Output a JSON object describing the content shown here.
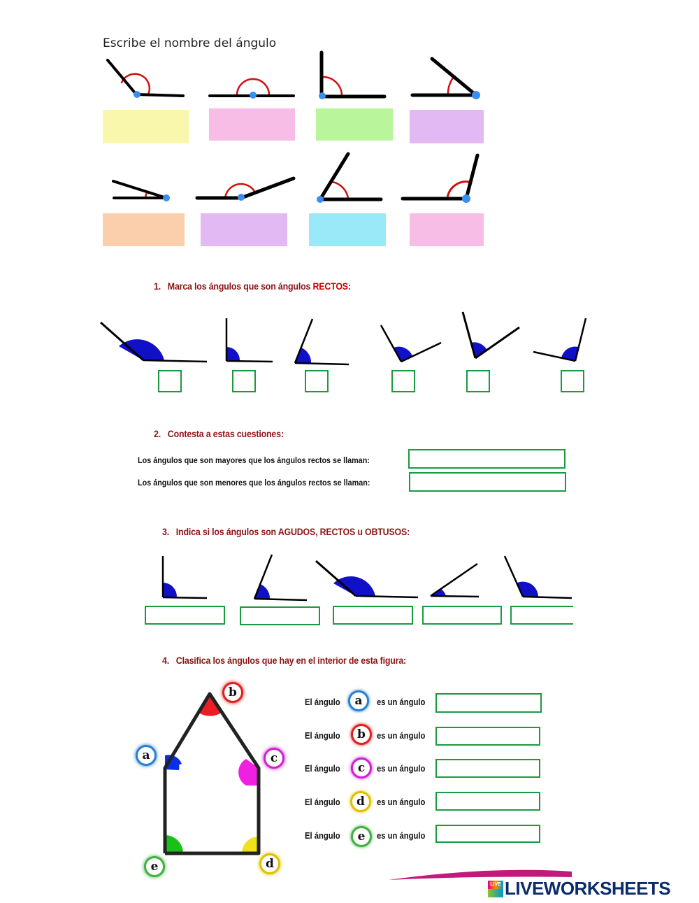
{
  "top_section": {
    "title": "Escribe el nombre del ángulo"
  },
  "section1": {
    "number": "1.",
    "text": "Marca los ángulos que son ángulos ",
    "highlight": "RECTOS",
    "after": ":"
  },
  "section2": {
    "number": "2.",
    "text": "Contesta a estas cuestiones:",
    "questions": [
      "Los ángulos que son mayores que los ángulos rectos se llaman:",
      "Los ángulos que son menores que los ángulos rectos se llaman:"
    ]
  },
  "section3": {
    "number": "3.",
    "text": "Indica si los ángulos son AGUDOS, RECTOS u OBTUSOS:"
  },
  "section4": {
    "number": "4.",
    "text": "Clasifica los ángulos que hay en el interior de esta figura:",
    "rows": [
      {
        "prefix": "El ángulo",
        "letter": "a",
        "suffix": "es un ángulo",
        "color": "#2b7fd0"
      },
      {
        "prefix": "El ángulo",
        "letter": "b",
        "suffix": "es un ángulo",
        "color": "#e02020"
      },
      {
        "prefix": "El ángulo",
        "letter": "c",
        "suffix": "es un ángulo",
        "color": "#d020d0"
      },
      {
        "prefix": "El ángulo",
        "letter": "d",
        "suffix": "es un ángulo",
        "color": "#e0c000"
      },
      {
        "prefix": "El ángulo",
        "letter": "e",
        "suffix": "es un ángulo",
        "color": "#40b040"
      }
    ],
    "figure_labels": [
      "a",
      "b",
      "c",
      "d",
      "e"
    ]
  },
  "branding": {
    "logo_text": "LIVEWORKSHEETS",
    "logo_badge": "LIVE"
  },
  "colors": {
    "yellow": "#f9f7ab",
    "pink": "#f8bde6",
    "green": "#b9f59b",
    "lilac": "#e2b9f3",
    "orange": "#fbcfab",
    "cyan": "#99e9f9",
    "answer_border": "#1a9a40",
    "heading_red": "#8b1414"
  }
}
